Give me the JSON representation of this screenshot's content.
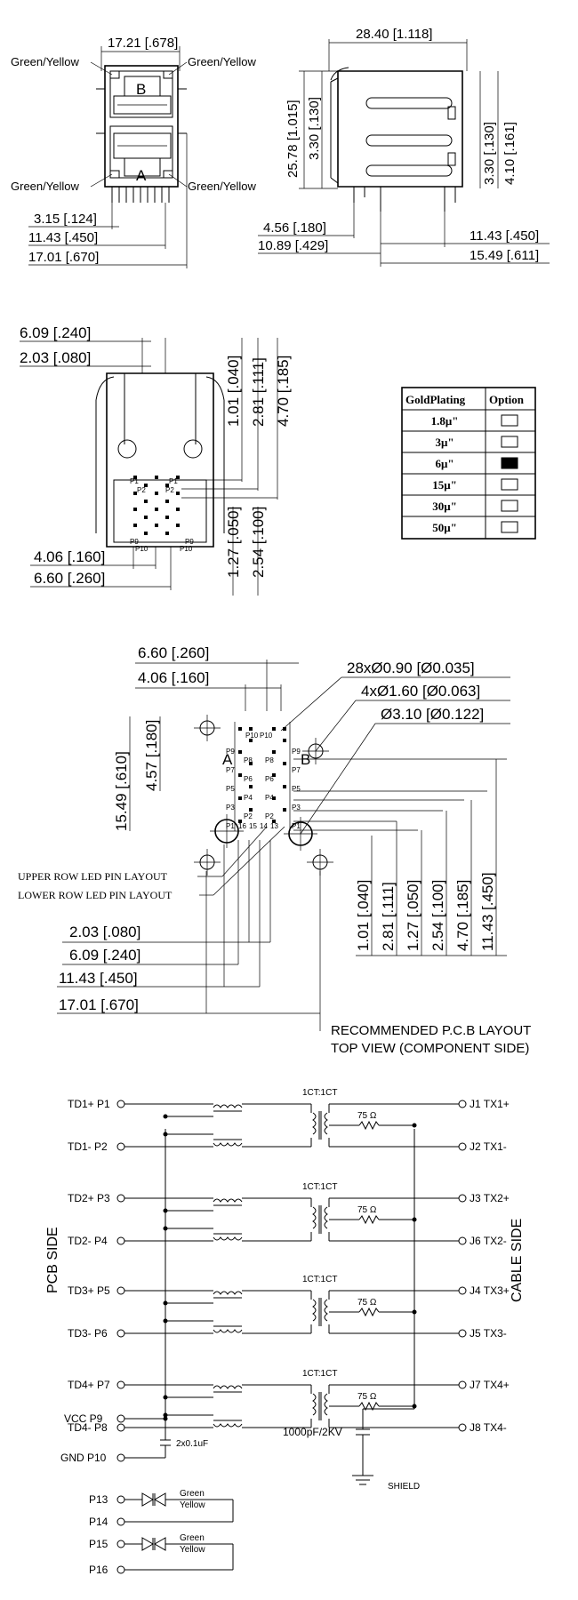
{
  "front_view": {
    "width_top": "17.21 [.678]",
    "led_labels": [
      "Green/Yellow",
      "Green/Yellow",
      "Green/Yellow",
      "Green/Yellow"
    ],
    "port_top": "B",
    "port_bottom": "A",
    "dim_315": "3.15 [.124]",
    "dim_1143": "11.43 [.450]",
    "dim_1701": "17.01 [.670]"
  },
  "side_view": {
    "width_top": "28.40 [1.118]",
    "height": "25.78 [1.015]",
    "dim_330a": "3.30 [.130]",
    "dim_330b": "3.30 [.130]",
    "dim_410": "4.10 [.161]",
    "dim_456": "4.56 [.180]",
    "dim_1089": "10.89 [.429]",
    "dim_1143": "11.43 [.450]",
    "dim_1549": "15.49 [.611]"
  },
  "bottom_view": {
    "dim_609": "6.09 [.240]",
    "dim_203": "2.03 [.080]",
    "dim_101": "1.01 [.040]",
    "dim_281": "2.81 [.111]",
    "dim_470": "4.70 [.185]",
    "dim_127": "1.27 [.050]",
    "dim_254": "2.54 [.100]",
    "dim_406": "4.06 [.160]",
    "dim_660": "6.60 [.260]",
    "pins": [
      "P1",
      "P2",
      "P1",
      "P2",
      "P9",
      "P10",
      "P9",
      "P10"
    ]
  },
  "plating_table": {
    "headers": [
      "GoldPlating",
      "Option"
    ],
    "rows": [
      {
        "value": "1.8μ\"",
        "checked": false
      },
      {
        "value": "3μ\"",
        "checked": false
      },
      {
        "value": "6μ\"",
        "checked": true
      },
      {
        "value": "15μ\"",
        "checked": false
      },
      {
        "value": "30μ\"",
        "checked": false
      },
      {
        "value": "50μ\"",
        "checked": false
      }
    ]
  },
  "pcb_layout": {
    "dim_660": "6.60 [.260]",
    "dim_406": "4.06 [.160]",
    "hole_28": "28xØ0.90 [Ø0.035]",
    "hole_4": "4xØ1.60 [Ø0.063]",
    "hole_1": "Ø3.10 [Ø0.122]",
    "dim_1549": "15.49 [.610]",
    "dim_457": "4.57 [.180]",
    "port_a": "A",
    "port_b": "B",
    "upper_led": "UPPER ROW LED PIN LAYOUT",
    "lower_led": "LOWER ROW LED PIN LAYOUT",
    "v_dims": [
      "1.01 [.040]",
      "2.81 [.111]",
      "1.27 [.050]",
      "2.54 [.100]",
      "4.70 [.185]",
      "11.43 [.450]"
    ],
    "h_dims": [
      "2.03 [.080]",
      "6.09 [.240]",
      "11.43 [.450]",
      "17.01 [.670]"
    ],
    "caption1": "RECOMMENDED P.C.B LAYOUT",
    "caption2": "TOP VIEW (COMPONENT SIDE)",
    "pins_left": [
      "P9",
      "P7",
      "P5",
      "P3",
      "P1"
    ],
    "pins_right": [
      "P9",
      "P7",
      "P5",
      "P3",
      "P1"
    ],
    "pins_mid_left": [
      "P8",
      "P6",
      "P4",
      "P2"
    ],
    "pins_mid_right": [
      "P8",
      "P6",
      "P4",
      "P2"
    ],
    "pins_top": [
      "P10",
      "P10"
    ],
    "pins_bottom": [
      "16",
      "15",
      "14",
      "13"
    ]
  },
  "schematic": {
    "pcb_side": "PCB SIDE",
    "cable_side": "CABLE SIDE",
    "ct_label": "1CT:1CT",
    "ohm_label": "75 Ω",
    "left_pins": [
      "TD1+ P1",
      "TD1-  P2",
      "TD2+ P3",
      "TD2-  P4",
      "TD3+ P5",
      "TD3-  P6",
      "TD4+ P7",
      "TD4-  P8"
    ],
    "right_pins": [
      "J1 TX1+",
      "J2 TX1-",
      "J3 TX2+",
      "J6 TX2-",
      "J4 TX3+",
      "J5 TX3-",
      "J7 TX4+",
      "J8 TX4-"
    ],
    "vcc": "VCC  P9",
    "gnd": "GND P10",
    "cap_small": "2x0.1uF",
    "cap_big": "1000pF/2KV",
    "shield": "SHIELD",
    "led_pins": [
      "P13",
      "P14",
      "P15",
      "P16"
    ],
    "led_green": "Green",
    "led_yellow": "Yellow"
  }
}
